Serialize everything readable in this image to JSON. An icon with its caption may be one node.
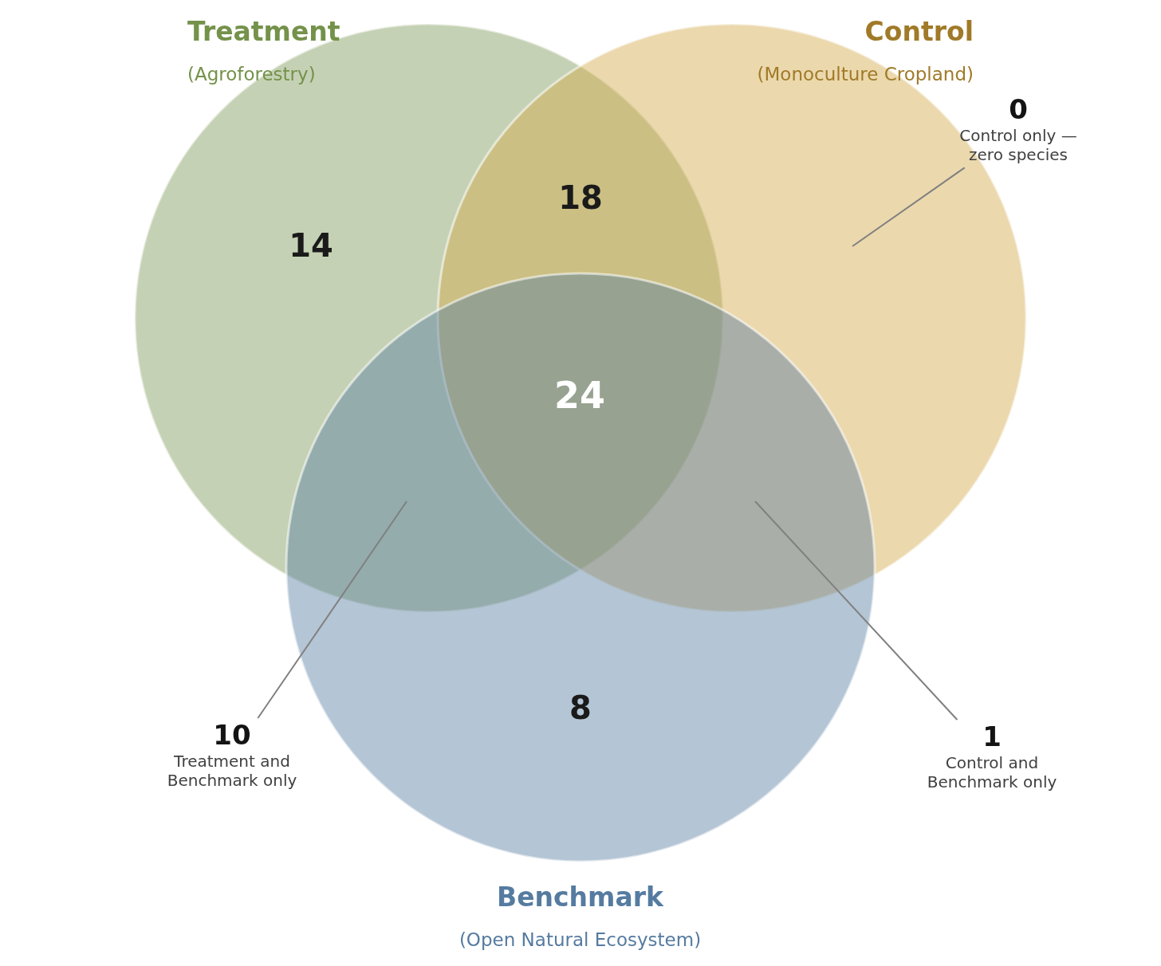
{
  "diagram": {
    "nodes": [
      {
        "text": [
          "Treatment",
          "(Agroforestry)"
        ]
      },
      {
        "text": [
          "Control",
          "(Monoculture Cropland)"
        ]
      },
      {
        "text": [
          "Benchmark",
          "(Open Natural Ecosystem)"
        ]
      },
      {
        "text": [
          "0",
          "Control only — zero species"
        ]
      },
      {
        "text": [
          "10",
          "Treatment and Benchmark only"
        ]
      },
      {
        "text": [
          "1",
          "Control and Benchmark only"
        ]
      }
    ],
    "edges": [
      {
        "from": 3,
        "to": 1,
        "arrow": "none"
      },
      {
        "from": 4,
        "to": 0,
        "arrow": "none"
      },
      {
        "from": 5,
        "to": 1,
        "arrow": "none"
      }
    ],
    "labels": [
      "18",
      "14",
      "24",
      "8"
    ]
  }
}
